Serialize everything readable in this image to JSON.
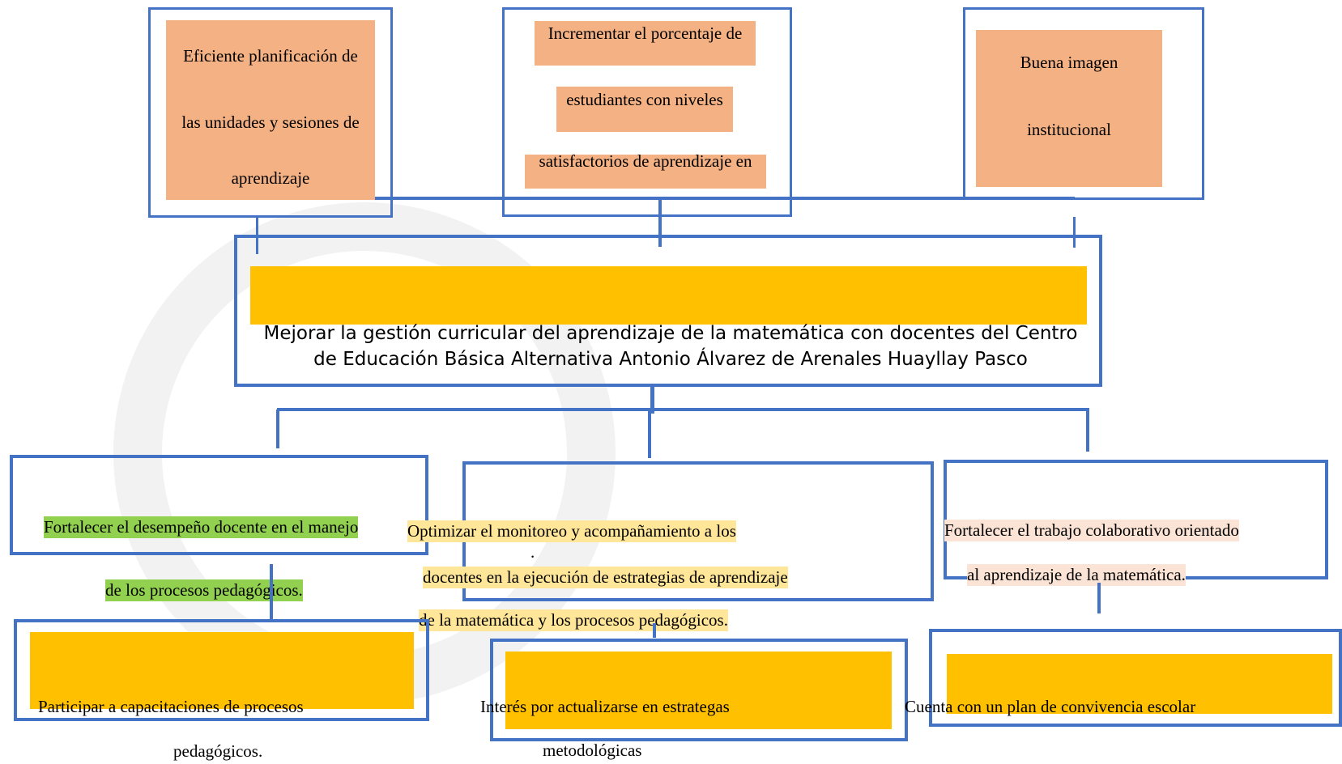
{
  "diagram": {
    "effects": [
      {
        "id": "e1",
        "lines": [
          "Eficiente planificación de",
          "las unidades y sesiones de",
          "aprendizaje"
        ]
      },
      {
        "id": "e2",
        "lines": [
          "Incrementar el porcentaje de",
          "estudiantes con niveles",
          "satisfactorios de aprendizaje en"
        ]
      },
      {
        "id": "e3",
        "lines": [
          "Buena imagen",
          "institucional"
        ]
      }
    ],
    "central_objective": "Mejorar la gestión curricular del aprendizaje de la matemática con docentes del Centro de Educación Básica Alternativa Antonio Álvarez de Arenales Huayllay Pasco",
    "means": [
      {
        "id": "m1",
        "lines": [
          "Fortalecer el desempeño docente en el manejo",
          "de los procesos pedagógicos."
        ],
        "highlight": "#92d050"
      },
      {
        "id": "m2",
        "lines": [
          "Optimizar el monitoreo y acompañamiento a los",
          ".",
          "docentes en la ejecución de estrategias de aprendizaje",
          "de la matemática y los procesos pedagógicos."
        ],
        "highlight": "#ffe699"
      },
      {
        "id": "m3",
        "lines": [
          "Fortalecer el trabajo colaborativo orientado",
          "al aprendizaje de la matemática."
        ],
        "highlight": "#fbe4d5"
      }
    ],
    "actions": [
      {
        "id": "a1",
        "lines": [
          "Participar a capacitaciones de procesos",
          "pedagógicos."
        ]
      },
      {
        "id": "a2",
        "lines": [
          "Interés por actualizarse en estrategas",
          "metodológicas"
        ]
      },
      {
        "id": "a3",
        "lines": [
          "Cuenta con un plan de convivencia escolar"
        ]
      }
    ],
    "colors": {
      "border": "#4472c4",
      "salmon": "#f4b183",
      "gold": "#ffc000"
    }
  }
}
